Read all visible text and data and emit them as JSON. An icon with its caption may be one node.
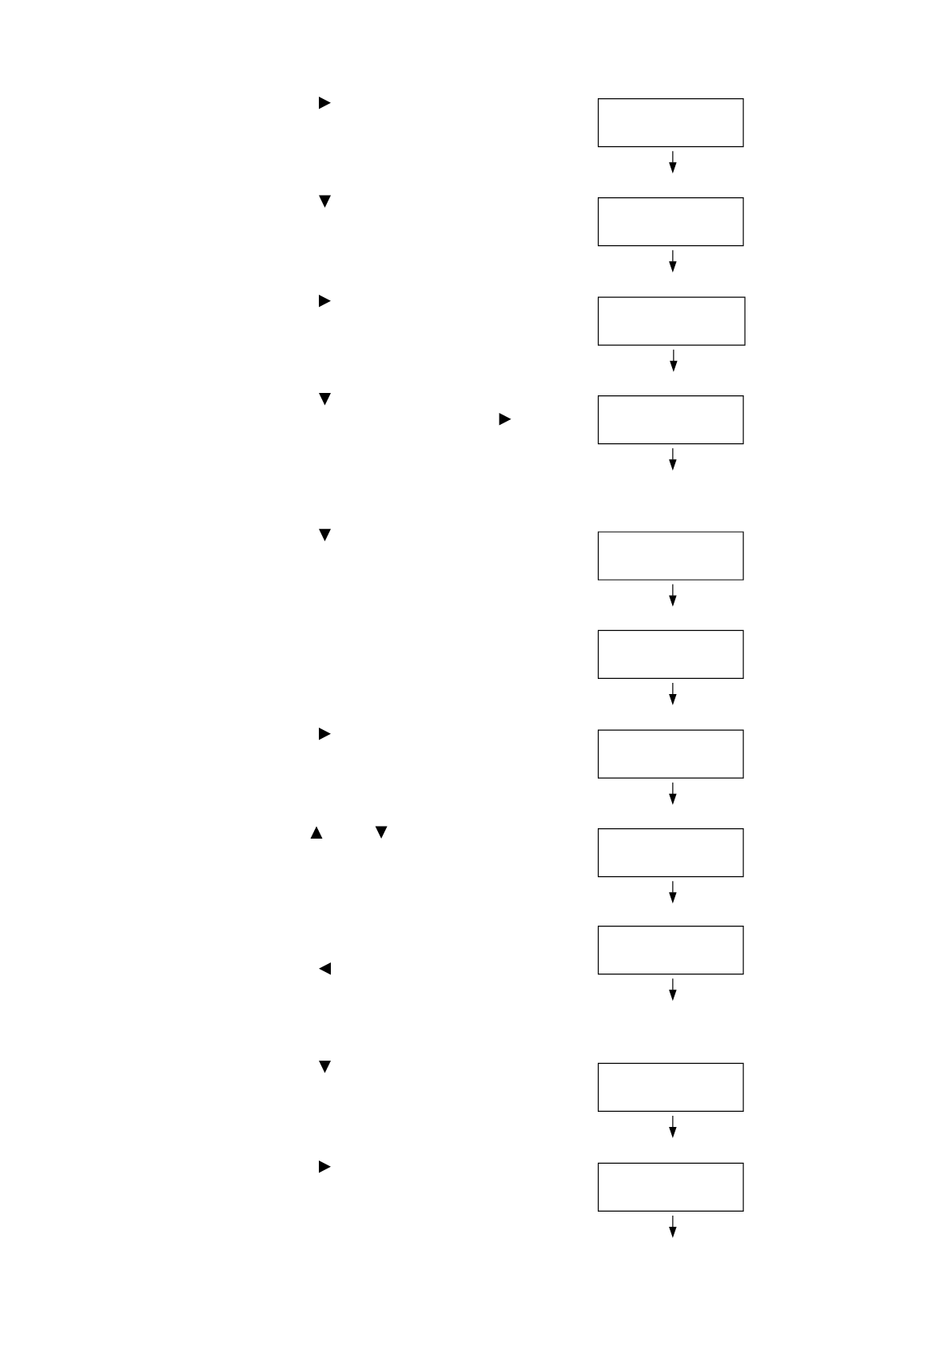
{
  "diagram": {
    "nodes": [
      {
        "text": [],
        "shape": "box"
      },
      {
        "text": [],
        "shape": "box"
      },
      {
        "text": [],
        "shape": "box"
      },
      {
        "text": [],
        "shape": "box"
      },
      {
        "text": [],
        "shape": "box"
      },
      {
        "text": [],
        "shape": "box"
      },
      {
        "text": [],
        "shape": "box"
      },
      {
        "text": [],
        "shape": "box"
      },
      {
        "text": [],
        "shape": "box"
      },
      {
        "text": [],
        "shape": "box"
      },
      {
        "text": [],
        "shape": "box"
      }
    ],
    "edges": [
      {
        "from": 0,
        "to": null,
        "arrow": "to"
      },
      {
        "from": 1,
        "to": null,
        "arrow": "to"
      },
      {
        "from": 2,
        "to": null,
        "arrow": "to"
      },
      {
        "from": 3,
        "to": null,
        "arrow": "to"
      },
      {
        "from": 4,
        "to": null,
        "arrow": "to"
      },
      {
        "from": 5,
        "to": null,
        "arrow": "to"
      },
      {
        "from": 6,
        "to": null,
        "arrow": "to"
      },
      {
        "from": 7,
        "to": null,
        "arrow": "to"
      },
      {
        "from": 8,
        "to": null,
        "arrow": "to"
      },
      {
        "from": 9,
        "to": null,
        "arrow": "to"
      },
      {
        "from": 10,
        "to": null,
        "arrow": "to"
      }
    ]
  }
}
